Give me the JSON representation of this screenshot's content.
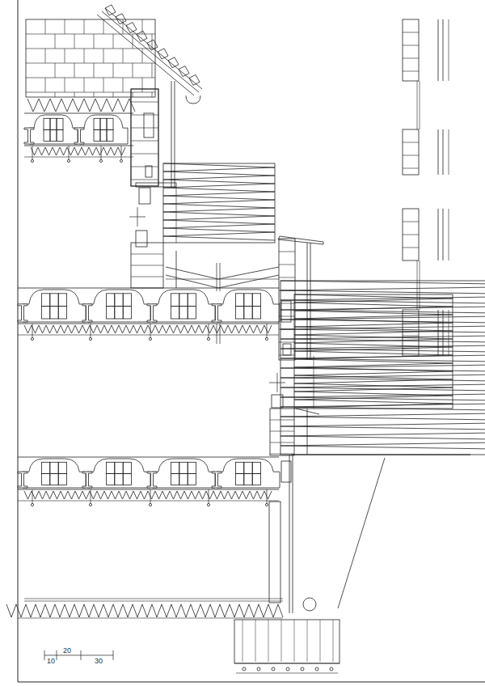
{
  "diagram": {
    "labels": [
      "20",
      "10",
      "30"
    ]
  }
}
